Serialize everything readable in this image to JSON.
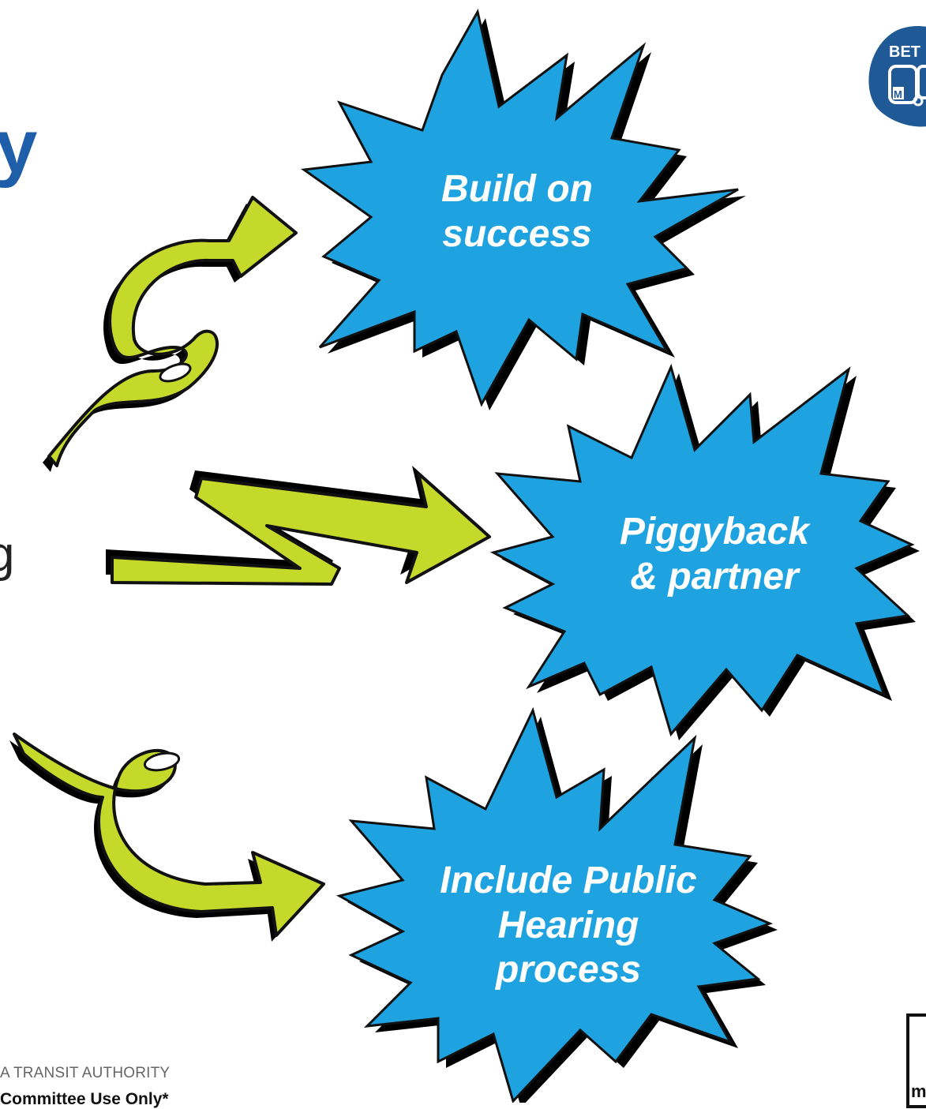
{
  "title_fragment": "y",
  "bullet_fragment": "g",
  "bursts": [
    {
      "lines": [
        "Build on",
        "success"
      ]
    },
    {
      "lines": [
        "Piggyback",
        "& partner"
      ]
    },
    {
      "lines": [
        "Include Public",
        "Hearing",
        "process"
      ]
    }
  ],
  "logo_top": {
    "text": "BET",
    "badge": "M"
  },
  "logo_bottom": {
    "text": "m"
  },
  "footer": {
    "org": "A TRANSIT AUTHORITY",
    "note": "Committee Use Only*"
  },
  "colors": {
    "burst_fill": "#1fa3e0",
    "arrow_fill": "#c5d92a",
    "title": "#1f5ea8",
    "logo": "#1f5a96"
  }
}
